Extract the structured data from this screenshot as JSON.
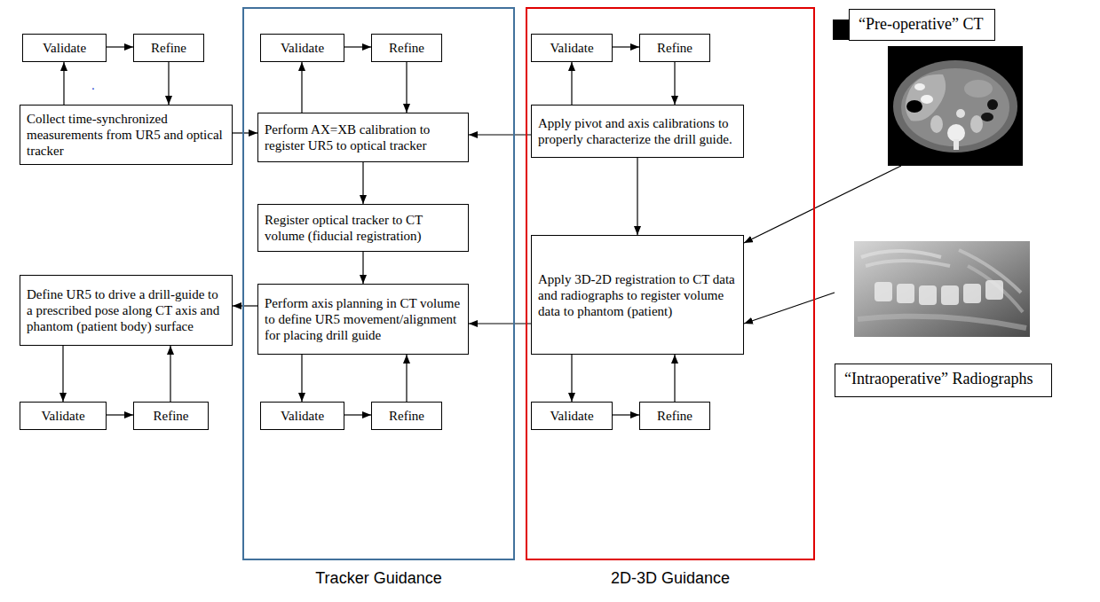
{
  "diagram": {
    "nodes": [
      {
        "text": [
          "Validate"
        ]
      },
      {
        "text": [
          "Refine"
        ]
      },
      {
        "text": [
          "Collect time-synchronized measurements from UR5 and optical tracker"
        ]
      },
      {
        "text": [
          "Define UR5 to drive a drill-guide to a prescribed pose along CT axis and phantom (patient body) surface"
        ]
      },
      {
        "text": [
          "Validate"
        ]
      },
      {
        "text": [
          "Refine"
        ]
      },
      {
        "text": [
          "Tracker Guidance"
        ]
      },
      {
        "text": [
          "Validate"
        ],
        "in": 6
      },
      {
        "text": [
          "Refine"
        ],
        "in": 6
      },
      {
        "text": [
          "Perform AX=XB calibration to register UR5 to optical tracker"
        ],
        "in": 6
      },
      {
        "text": [
          "Register optical tracker to CT volume (fiducial registration)"
        ],
        "in": 6
      },
      {
        "text": [
          "Perform axis planning in CT volume to define UR5 movement/alignment for placing drill guide"
        ],
        "in": 6
      },
      {
        "text": [
          "Validate"
        ],
        "in": 6
      },
      {
        "text": [
          "Refine"
        ],
        "in": 6
      },
      {
        "text": [
          "2D-3D Guidance"
        ]
      },
      {
        "text": [
          "Validate"
        ],
        "in": 14
      },
      {
        "text": [
          "Refine"
        ],
        "in": 14
      },
      {
        "text": [
          "Apply pivot and axis calibrations to properly characterize the drill guide."
        ],
        "in": 14
      },
      {
        "text": [
          "Apply 3D-2D registration to CT data and radiographs to register volume data to phantom (patient)"
        ],
        "in": 14
      },
      {
        "text": [
          "Validate"
        ],
        "in": 14
      },
      {
        "text": [
          "Refine"
        ],
        "in": 14
      },
      {
        "text": [
          "“Pre-operative” CT"
        ]
      },
      {
        "text": [
          "“Intraoperative” Radiographs"
        ]
      }
    ],
    "edges": [
      {
        "from": 2,
        "to": 0,
        "arrow": "to"
      },
      {
        "from": 0,
        "to": 1,
        "arrow": "to"
      },
      {
        "from": 1,
        "to": 2,
        "arrow": "to"
      },
      {
        "from": 2,
        "to": 9,
        "arrow": "to"
      },
      {
        "from": 9,
        "to": 7,
        "arrow": "to"
      },
      {
        "from": 7,
        "to": 8,
        "arrow": "to"
      },
      {
        "from": 8,
        "to": 9,
        "arrow": "to"
      },
      {
        "from": 17,
        "to": 9,
        "arrow": "to"
      },
      {
        "from": 17,
        "to": 15,
        "arrow": "to"
      },
      {
        "from": 15,
        "to": 16,
        "arrow": "to"
      },
      {
        "from": 16,
        "to": 17,
        "arrow": "to"
      },
      {
        "from": 9,
        "to": 10,
        "arrow": "to"
      },
      {
        "from": 10,
        "to": 11,
        "arrow": "to"
      },
      {
        "from": 17,
        "to": 18,
        "arrow": "to"
      },
      {
        "from": 21,
        "to": 18,
        "arrow": "to"
      },
      {
        "from": 22,
        "to": 18,
        "arrow": "to"
      },
      {
        "from": 18,
        "to": 11,
        "arrow": "to"
      },
      {
        "from": 11,
        "to": 3,
        "arrow": "to"
      },
      {
        "from": 11,
        "to": 12,
        "arrow": "to"
      },
      {
        "from": 12,
        "to": 13,
        "arrow": "to"
      },
      {
        "from": 13,
        "to": 11,
        "arrow": "to"
      },
      {
        "from": 18,
        "to": 19,
        "arrow": "to"
      },
      {
        "from": 19,
        "to": 20,
        "arrow": "to"
      },
      {
        "from": 20,
        "to": 18,
        "arrow": "to"
      },
      {
        "from": 3,
        "to": 4,
        "arrow": "to"
      },
      {
        "from": 4,
        "to": 5,
        "arrow": "to"
      },
      {
        "from": 5,
        "to": 3,
        "arrow": "to"
      }
    ],
    "labels": [
      "."
    ]
  }
}
